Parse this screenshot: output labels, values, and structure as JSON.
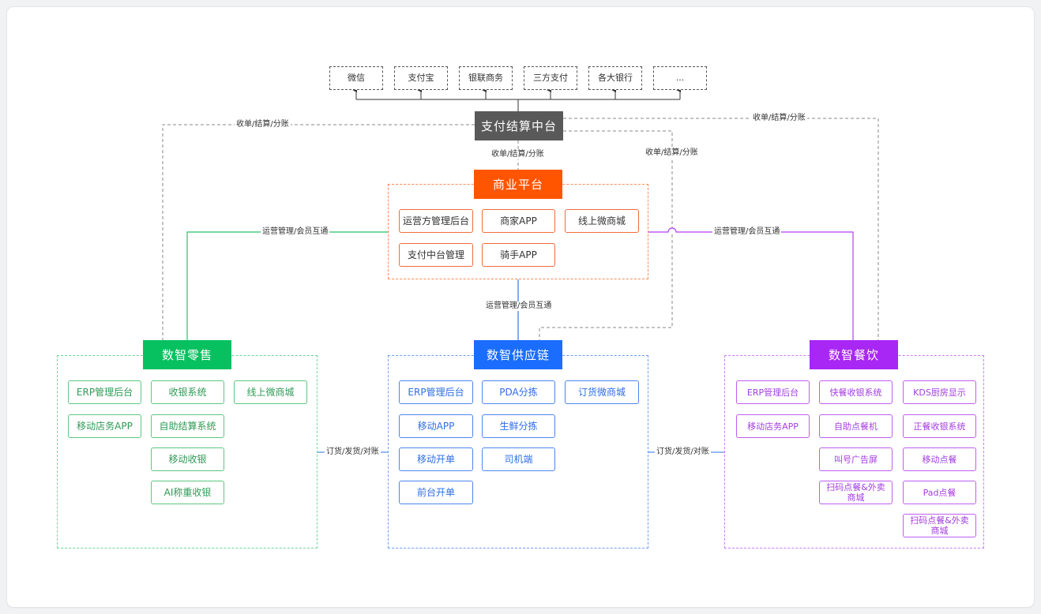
{
  "payment_channels": [
    "微信",
    "支付宝",
    "银联商务",
    "三方支付",
    "各大银行",
    "..."
  ],
  "settlement": {
    "title": "支付结算中台"
  },
  "business": {
    "title": "商业平台",
    "items": [
      "运营方管理后台",
      "商家APP",
      "线上微商城",
      "支付中台管理",
      "骑手APP"
    ]
  },
  "retail": {
    "title": "数智零售",
    "items": [
      "ERP管理后台",
      "收银系统",
      "线上微商城",
      "移动店务APP",
      "自助结算系统",
      "移动收银",
      "AI称重收银"
    ]
  },
  "supply": {
    "title": "数智供应链",
    "items": [
      "ERP管理后台",
      "PDA分拣",
      "订货微商城",
      "移动APP",
      "生鲜分拣",
      "移动开单",
      "司机端",
      "前台开单"
    ]
  },
  "food": {
    "title": "数智餐饮",
    "items": [
      "ERP管理后台",
      "快餐收银系统",
      "KDS厨房显示",
      "移动店务APP",
      "自助点餐机",
      "正餐收银系统",
      "叫号广告屏",
      "移动点餐",
      "扫码点餐&外卖商城",
      "Pad点餐",
      "扫码点餐&外卖商城"
    ]
  },
  "edge_labels": {
    "settle_left": "收单/结算/分账",
    "settle_right": "收单/结算/分账",
    "settle_biz": "收单/结算/分账",
    "settle_supply": "收单/结算/分账",
    "ops_left": "运营管理/会员互通",
    "ops_right": "运营管理/会员互通",
    "ops_center": "运营管理/会员互通",
    "order_left": "订货/发货/对账",
    "order_right": "订货/发货/对账"
  },
  "colors": {
    "settlement": "#595959",
    "business": "#ff5500",
    "retail": "#07c160",
    "supply": "#1a6dff",
    "food": "#a827f5"
  }
}
